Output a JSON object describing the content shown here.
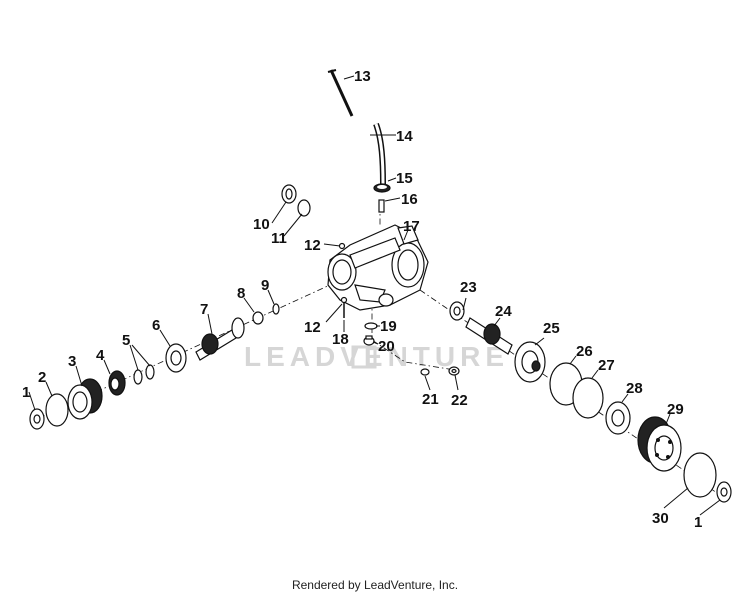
{
  "watermark": "LEADVENTURE",
  "footer": "Rendered by LeadVenture, Inc.",
  "callouts": {
    "c1a": "1",
    "c2": "2",
    "c3": "3",
    "c4": "4",
    "c5": "5",
    "c6": "6",
    "c7": "7",
    "c8": "8",
    "c9": "9",
    "c10": "10",
    "c11": "11",
    "c12a": "12",
    "c12b": "12",
    "c13": "13",
    "c14": "14",
    "c15": "15",
    "c16": "16",
    "c17": "17",
    "c18": "18",
    "c19": "19",
    "c20": "20",
    "c21": "21",
    "c22": "22",
    "c23": "23",
    "c24": "24",
    "c25": "25",
    "c26": "26",
    "c27": "27",
    "c28": "28",
    "c29": "29",
    "c30": "30",
    "c1b": "1"
  }
}
